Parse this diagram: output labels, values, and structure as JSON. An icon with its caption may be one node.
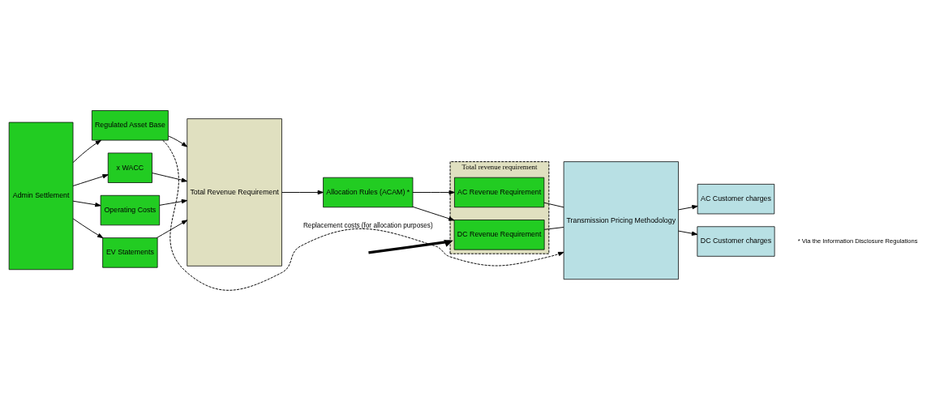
{
  "diagram": {
    "nodes": [
      {
        "text": [
          "Admin Settlement"
        ]
      },
      {
        "text": [
          "Regulated Asset Base"
        ]
      },
      {
        "text": [
          "x WACC"
        ]
      },
      {
        "text": [
          "Operating Costs"
        ]
      },
      {
        "text": [
          "EV Statements"
        ]
      },
      {
        "text": [
          "Total Revenue Requirement"
        ]
      },
      {
        "text": [
          "Allocation Rules (ACAM) *"
        ]
      },
      {
        "text": [
          "Total revenue requirement"
        ]
      },
      {
        "text": [
          "AC Revenue Requirement"
        ],
        "in": 7
      },
      {
        "text": [
          "DC Revenue Requirement"
        ],
        "in": 7
      },
      {
        "text": [
          "Transmission Pricing Methodology"
        ]
      },
      {
        "text": [
          "AC Customer charges"
        ]
      },
      {
        "text": [
          "DC Customer charges"
        ]
      }
    ],
    "edges": [
      {
        "from": 0,
        "to": 1,
        "arrow": "to"
      },
      {
        "from": 0,
        "to": 2,
        "arrow": "to"
      },
      {
        "from": 0,
        "to": 3,
        "arrow": "to"
      },
      {
        "from": 0,
        "to": 4,
        "arrow": "to"
      },
      {
        "from": 1,
        "to": 5,
        "arrow": "to"
      },
      {
        "from": 2,
        "to": 5,
        "arrow": "to"
      },
      {
        "from": 3,
        "to": 5,
        "arrow": "to"
      },
      {
        "from": 4,
        "to": 5,
        "arrow": "to"
      },
      {
        "from": 5,
        "to": 6,
        "arrow": "to"
      },
      {
        "from": 6,
        "to": 8,
        "arrow": "to"
      },
      {
        "from": 6,
        "to": 9,
        "arrow": "to"
      },
      {
        "from": 8,
        "to": 10,
        "arrow": "none"
      },
      {
        "from": 9,
        "to": 10,
        "arrow": "none"
      },
      {
        "from": 10,
        "to": 11,
        "arrow": "to"
      },
      {
        "from": 10,
        "to": 12,
        "arrow": "to"
      },
      {
        "from": 1,
        "to": 10,
        "arrow": "to",
        "style": "dashed",
        "label": "Replacement costs (for allocation purposes)"
      },
      {
        "from": null,
        "to": 7,
        "arrow": "to",
        "style": "thick"
      }
    ],
    "labels": [
      "* Via the Information Disclosure Regulations"
    ]
  }
}
